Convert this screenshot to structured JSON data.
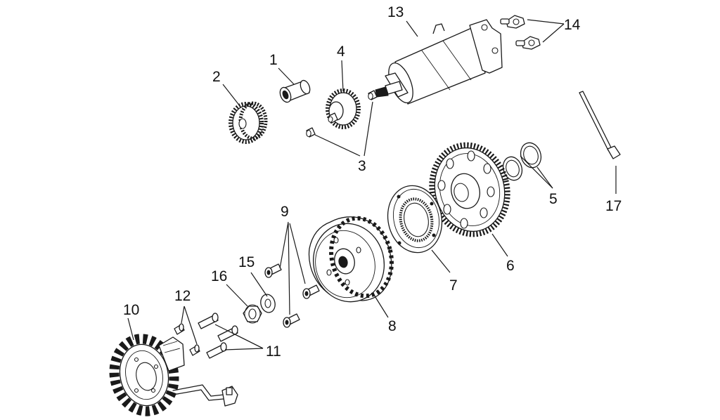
{
  "callouts": {
    "c1": "1",
    "c2": "2",
    "c3": "3",
    "c4": "4",
    "c5": "5",
    "c6": "6",
    "c7": "7",
    "c8": "8",
    "c9": "9",
    "c10": "10",
    "c11": "11",
    "c12": "12",
    "c13": "13",
    "c14": "14",
    "c15": "15",
    "c16": "16",
    "c17": "17"
  },
  "colors": {
    "line": "#1a1a1a",
    "background": "#ffffff"
  }
}
